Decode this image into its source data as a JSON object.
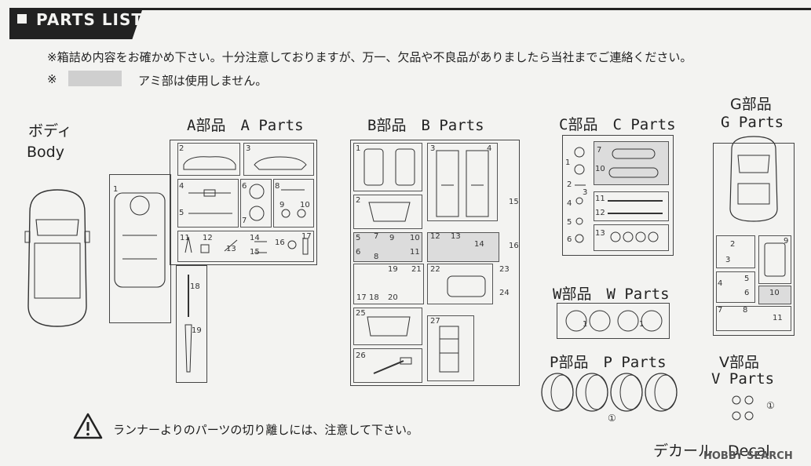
{
  "header": {
    "title": "PARTS LIST"
  },
  "notes": {
    "line1": "※箱詰め内容をお確かめ下さい。十分注意しておりますが、万一、欠品や不良品がありましたら当社までご連絡ください。",
    "line2_mark": "※",
    "line2_text": "アミ部は使用しません。"
  },
  "body": {
    "label_jp": "ボディ",
    "label_en": "Body"
  },
  "a_parts": {
    "title": "A部品　A Parts",
    "numbers": [
      "1",
      "2",
      "3",
      "4",
      "5",
      "6",
      "7",
      "8",
      "9",
      "10",
      "11",
      "12",
      "13",
      "14",
      "15",
      "16",
      "17",
      "18",
      "19"
    ]
  },
  "b_parts": {
    "title": "B部品　B Parts",
    "numbers": [
      "1",
      "2",
      "3",
      "4",
      "5",
      "6",
      "7",
      "8",
      "9",
      "10",
      "11",
      "12",
      "13",
      "14",
      "15",
      "16",
      "17",
      "18",
      "19",
      "20",
      "21",
      "22",
      "23",
      "24",
      "25",
      "26",
      "27"
    ]
  },
  "c_parts": {
    "title": "C部品　C Parts",
    "numbers": [
      "1",
      "2",
      "3",
      "4",
      "5",
      "6",
      "7",
      "10",
      "11",
      "12",
      "13"
    ]
  },
  "g_parts": {
    "title_jp": "G部品",
    "title_en": "G Parts",
    "numbers": [
      "2",
      "3",
      "4",
      "5",
      "6",
      "7",
      "8",
      "9",
      "10",
      "11"
    ]
  },
  "w_parts": {
    "title": "W部品　W Parts",
    "numbers": [
      "1",
      "1"
    ]
  },
  "p_parts": {
    "title": "P部品　P Parts",
    "qty_mark": "①"
  },
  "v_parts": {
    "title_jp": "V部品",
    "title_en": "V Parts",
    "qty_mark": "①"
  },
  "caution": {
    "text": "ランナーよりのパーツの切り離しには、注意して下さい。"
  },
  "decal": {
    "label": "デカール　Decal"
  },
  "watermark": {
    "text": "HOBBY SEARCH"
  }
}
